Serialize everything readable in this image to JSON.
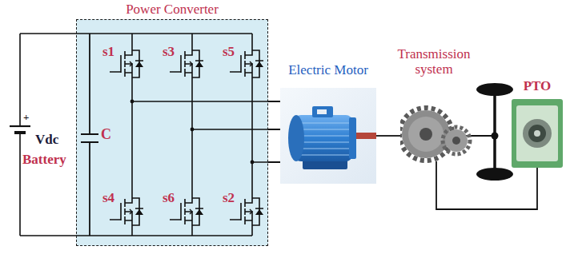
{
  "diagram": {
    "nodes": [
      {
        "text": [
          "Power Converter"
        ]
      },
      {
        "text": [
          "Electric Motor"
        ]
      },
      {
        "text": [
          "Transmission system"
        ]
      },
      {
        "text": [
          "PTO"
        ]
      }
    ],
    "edges": [
      {
        "from": 0,
        "to": 1,
        "arrow": "none"
      },
      {
        "from": 1,
        "to": 2,
        "arrow": "none"
      },
      {
        "from": 2,
        "to": 3,
        "arrow": "none"
      }
    ],
    "labels": [
      "+",
      "Vdc",
      "Battery",
      "s1",
      "s3",
      "s5",
      "C",
      "s4",
      "s6",
      "s2"
    ]
  }
}
